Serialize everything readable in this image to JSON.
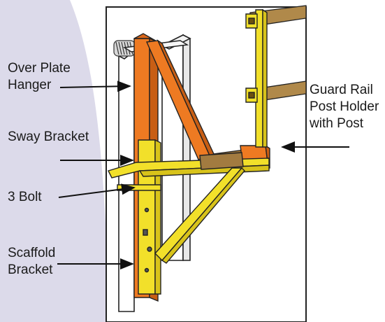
{
  "labels": {
    "over_plate_hanger": [
      "Over Plate",
      "Hanger"
    ],
    "guard_rail": [
      "Guard Rail",
      "Post Holder",
      "with Post"
    ],
    "sway_bracket": "Sway Bracket",
    "three_bolt": "3 Bolt",
    "scaffold_bracket": [
      "Scaffold",
      "Bracket"
    ]
  },
  "colors": {
    "panel": "#dcdaea",
    "orange": "#ee7a22",
    "yellow": "#f2e02a",
    "wood": "#b0894a",
    "outline": "#222222"
  }
}
